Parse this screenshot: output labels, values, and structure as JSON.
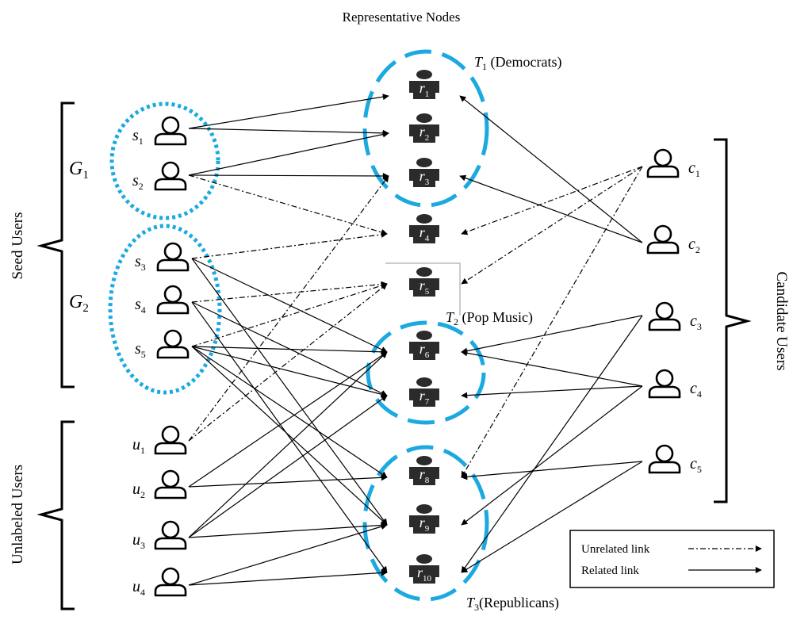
{
  "title": "Representative Nodes",
  "groups": {
    "seed": "Seed Users",
    "unlabeled": "Unlabeled Users",
    "candidate": "Candidate Users",
    "g1": "G",
    "g1_sub": "1",
    "g2": "G",
    "g2_sub": "2"
  },
  "topics": [
    {
      "id": "t1",
      "sym": "T",
      "sub": "1",
      "label": " (Democrats)"
    },
    {
      "id": "t2",
      "sym": "T",
      "sub": "2",
      "label": " (Pop Music)"
    },
    {
      "id": "t3",
      "sym": "T",
      "sub": "3",
      "label": "(Republicans)"
    }
  ],
  "seed_users": [
    {
      "id": "s1",
      "sym": "s",
      "sub": "1"
    },
    {
      "id": "s2",
      "sym": "s",
      "sub": "2"
    },
    {
      "id": "s3",
      "sym": "s",
      "sub": "3"
    },
    {
      "id": "s4",
      "sym": "s",
      "sub": "4"
    },
    {
      "id": "s5",
      "sym": "s",
      "sub": "5"
    }
  ],
  "unlabeled_users": [
    {
      "id": "u1",
      "sym": "u",
      "sub": "1"
    },
    {
      "id": "u2",
      "sym": "u",
      "sub": "2"
    },
    {
      "id": "u3",
      "sym": "u",
      "sub": "3"
    },
    {
      "id": "u4",
      "sym": "u",
      "sub": "4"
    }
  ],
  "candidate_users": [
    {
      "id": "c1",
      "sym": "c",
      "sub": "1"
    },
    {
      "id": "c2",
      "sym": "c",
      "sub": "2"
    },
    {
      "id": "c3",
      "sym": "c",
      "sub": "3"
    },
    {
      "id": "c4",
      "sym": "c",
      "sub": "4"
    },
    {
      "id": "c5",
      "sym": "c",
      "sub": "5"
    }
  ],
  "representatives": [
    {
      "id": "r1",
      "sym": "r",
      "sub": "1"
    },
    {
      "id": "r2",
      "sym": "r",
      "sub": "2"
    },
    {
      "id": "r3",
      "sym": "r",
      "sub": "3"
    },
    {
      "id": "r4",
      "sym": "r",
      "sub": "4"
    },
    {
      "id": "r5",
      "sym": "r",
      "sub": "5"
    },
    {
      "id": "r6",
      "sym": "r",
      "sub": "6"
    },
    {
      "id": "r7",
      "sym": "r",
      "sub": "7"
    },
    {
      "id": "r8",
      "sym": "r",
      "sub": "8"
    },
    {
      "id": "r9",
      "sym": "r",
      "sub": "9"
    },
    {
      "id": "r10",
      "sym": "r",
      "sub": "10"
    }
  ],
  "links": {
    "related": [
      [
        "s1",
        "r1"
      ],
      [
        "s1",
        "r2"
      ],
      [
        "s2",
        "r2"
      ],
      [
        "s2",
        "r3"
      ],
      [
        "s3",
        "r6"
      ],
      [
        "s3",
        "r9"
      ],
      [
        "s4",
        "r7"
      ],
      [
        "s4",
        "r10"
      ],
      [
        "s5",
        "r6"
      ],
      [
        "s5",
        "r7"
      ],
      [
        "s5",
        "r8"
      ],
      [
        "s5",
        "r9"
      ],
      [
        "u2",
        "r6"
      ],
      [
        "u2",
        "r8"
      ],
      [
        "u3",
        "r6"
      ],
      [
        "u3",
        "r7"
      ],
      [
        "u3",
        "r9"
      ],
      [
        "u4",
        "r9"
      ],
      [
        "u4",
        "r10"
      ],
      [
        "c2",
        "r1"
      ],
      [
        "c2",
        "r3"
      ],
      [
        "c3",
        "r6"
      ],
      [
        "c3",
        "r10"
      ],
      [
        "c4",
        "r6"
      ],
      [
        "c4",
        "r7"
      ],
      [
        "c4",
        "r9"
      ],
      [
        "c5",
        "r8"
      ],
      [
        "c5",
        "r10"
      ]
    ],
    "unrelated": [
      [
        "s2",
        "r4"
      ],
      [
        "s3",
        "r4"
      ],
      [
        "s4",
        "r5"
      ],
      [
        "s5",
        "r5"
      ],
      [
        "u1",
        "r3"
      ],
      [
        "u1",
        "r5"
      ],
      [
        "c1",
        "r4"
      ],
      [
        "c1",
        "r5"
      ],
      [
        "c1",
        "r8"
      ]
    ]
  },
  "legend": {
    "unrelated": "Unrelated link",
    "related": "Related link"
  }
}
